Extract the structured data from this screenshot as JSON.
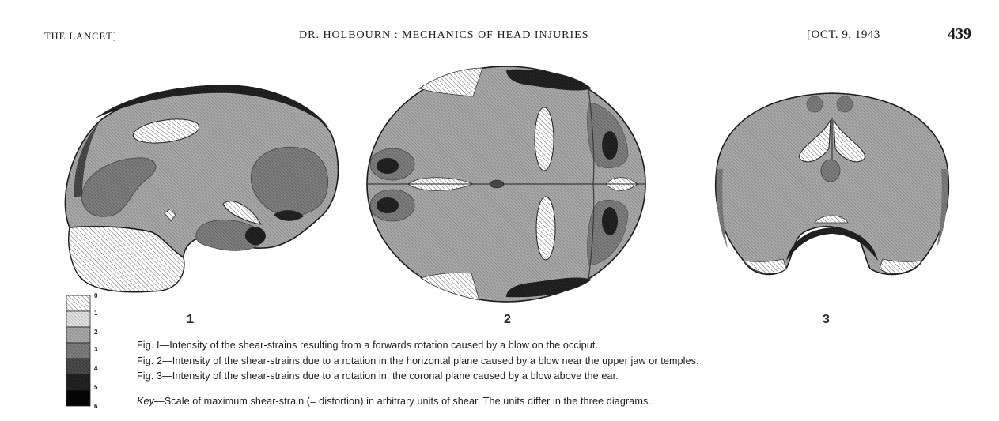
{
  "header": {
    "left": "THE LANCET]",
    "center": "DR. HOLBOURN :   MECHANICS OF HEAD INJURIES",
    "right_date": "[OCT. 9, 1943",
    "right_page": "439"
  },
  "figures": [
    {
      "number": "1"
    },
    {
      "number": "2"
    },
    {
      "number": "3"
    }
  ],
  "key": {
    "levels": [
      "0",
      "1",
      "2",
      "3",
      "4",
      "5",
      "6"
    ],
    "colors": [
      "#ffffff",
      "#dcdcdc",
      "#a3a3a3",
      "#7a7a7a",
      "#474747",
      "#1c1c1c",
      "#050505"
    ]
  },
  "captions": {
    "fig1": "Fig. I—Intensity of the shear-strains resulting from a forwards rotation caused by a blow on the occiput.",
    "fig2": "Fig. 2—Intensity of the shear-strains due to a rotation in the horizontal plane caused by a blow near the upper jaw or temples.",
    "fig3": "Fig. 3—Intensity of the shear-strains due to a rotation in, the coronal plane caused by a blow above the ear.",
    "key_label": "Key",
    "key_text": "—Scale of maximum shear-strain (= distortion) in arbitrary units of shear.   The units differ in the three diagrams."
  }
}
